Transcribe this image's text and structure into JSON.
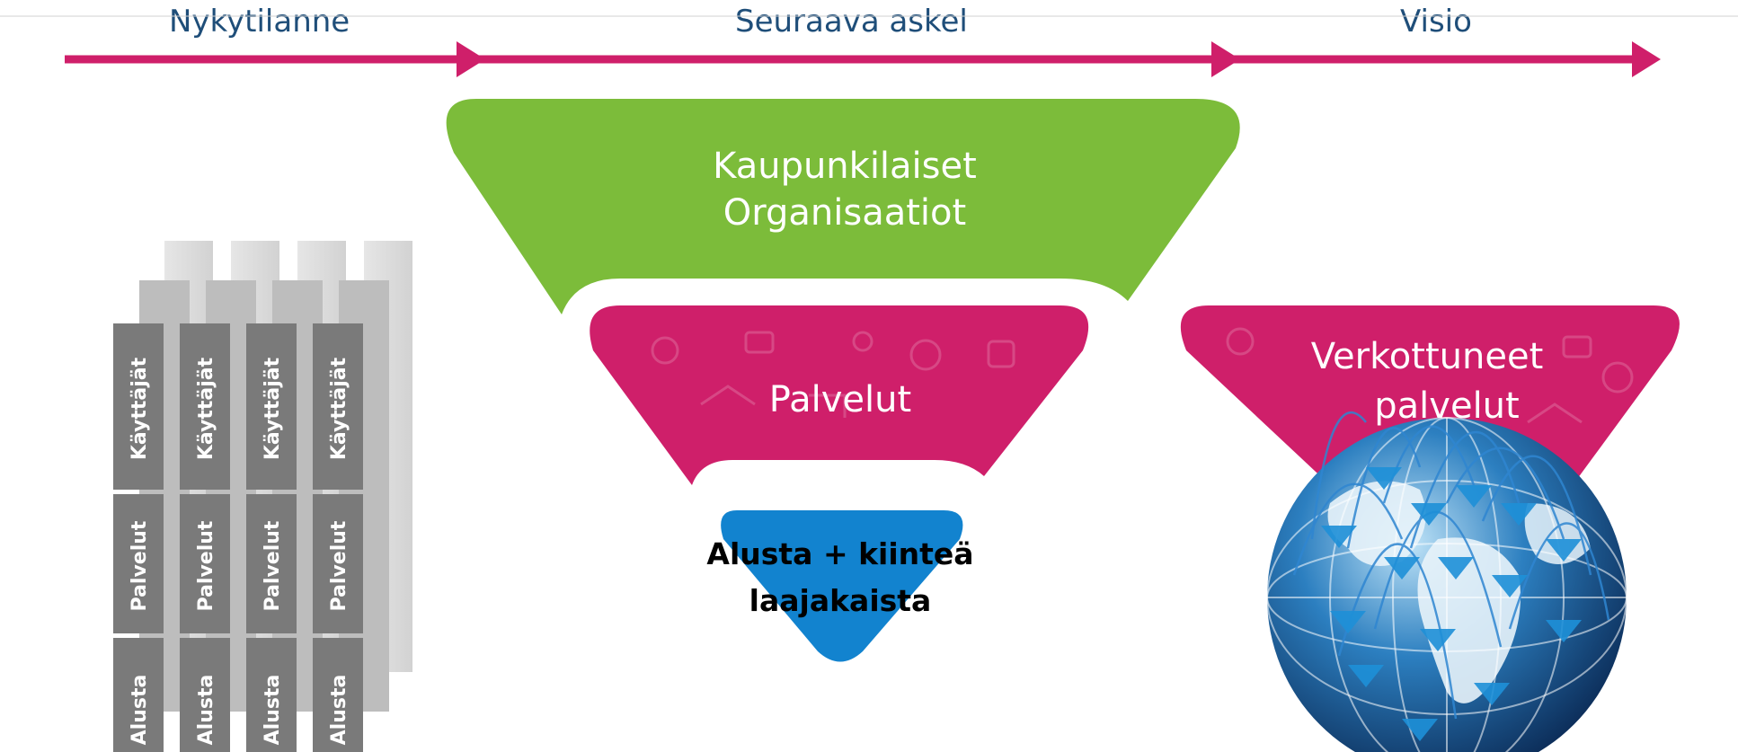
{
  "phases": [
    "Nykytilanne",
    "Seuraava askel",
    "Visio"
  ],
  "silo_layers": [
    "Käyttäjät",
    "Palvelut",
    "Alusta"
  ],
  "funnel": {
    "top_line1": "Kaupunkilaiset",
    "top_line2": "Organisaatiot",
    "middle": "Palvelut",
    "bottom_line1": "Alusta + kiinteä",
    "bottom_line2": "laajakaista"
  },
  "vision": {
    "line1": "Verkottuneet",
    "line2": "palvelut"
  },
  "colors": {
    "magenta": "#cf1f6a",
    "green": "#7cbc3a",
    "blue": "#1283cf",
    "navy": "#1f4e79",
    "gray": "#7a7a7a"
  }
}
